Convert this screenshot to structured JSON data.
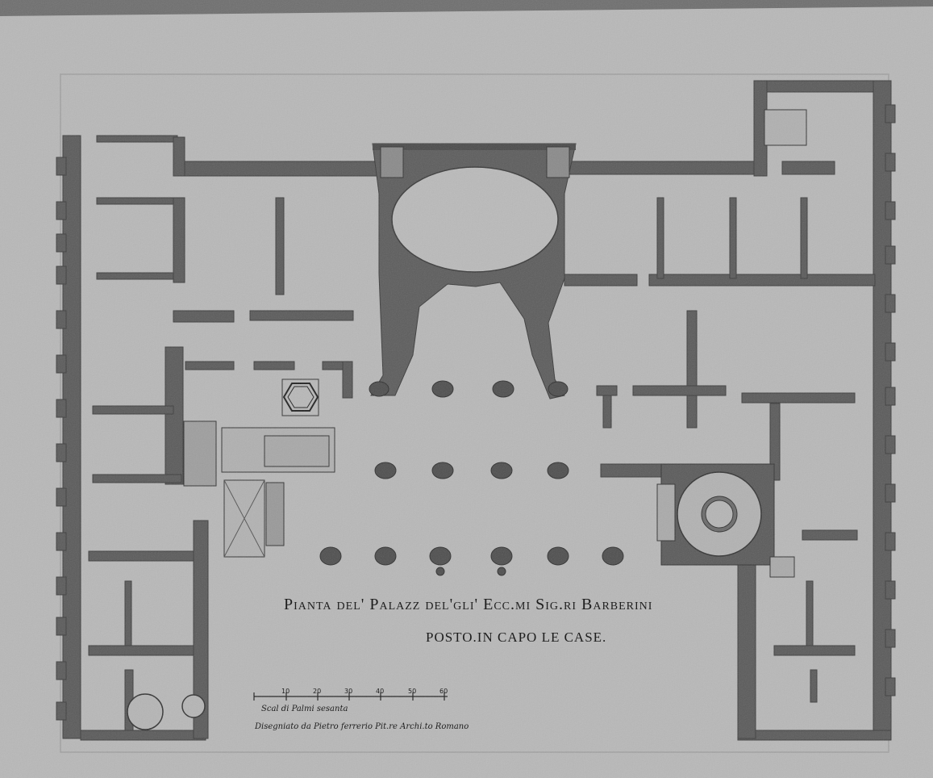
{
  "plan": {
    "title_line1": "Pianta del' Palazz del'gli' Ecc.mi Sig.ri Barberini",
    "title_line2": "POSTO.IN CAPO LE CASE.",
    "scale_caption": "Scal di Palmi sesanta",
    "credit": "Disegniato da Pietro ferrerio Pit.re Archi.to Romano"
  },
  "scale_bar": {
    "ticks": [
      "10",
      "20",
      "30",
      "40",
      "50",
      "60"
    ]
  },
  "colors": {
    "paper": "#b7b7b7",
    "wall": "#555555",
    "background": "#9c9c9c",
    "ink": "#1e1e1e"
  }
}
